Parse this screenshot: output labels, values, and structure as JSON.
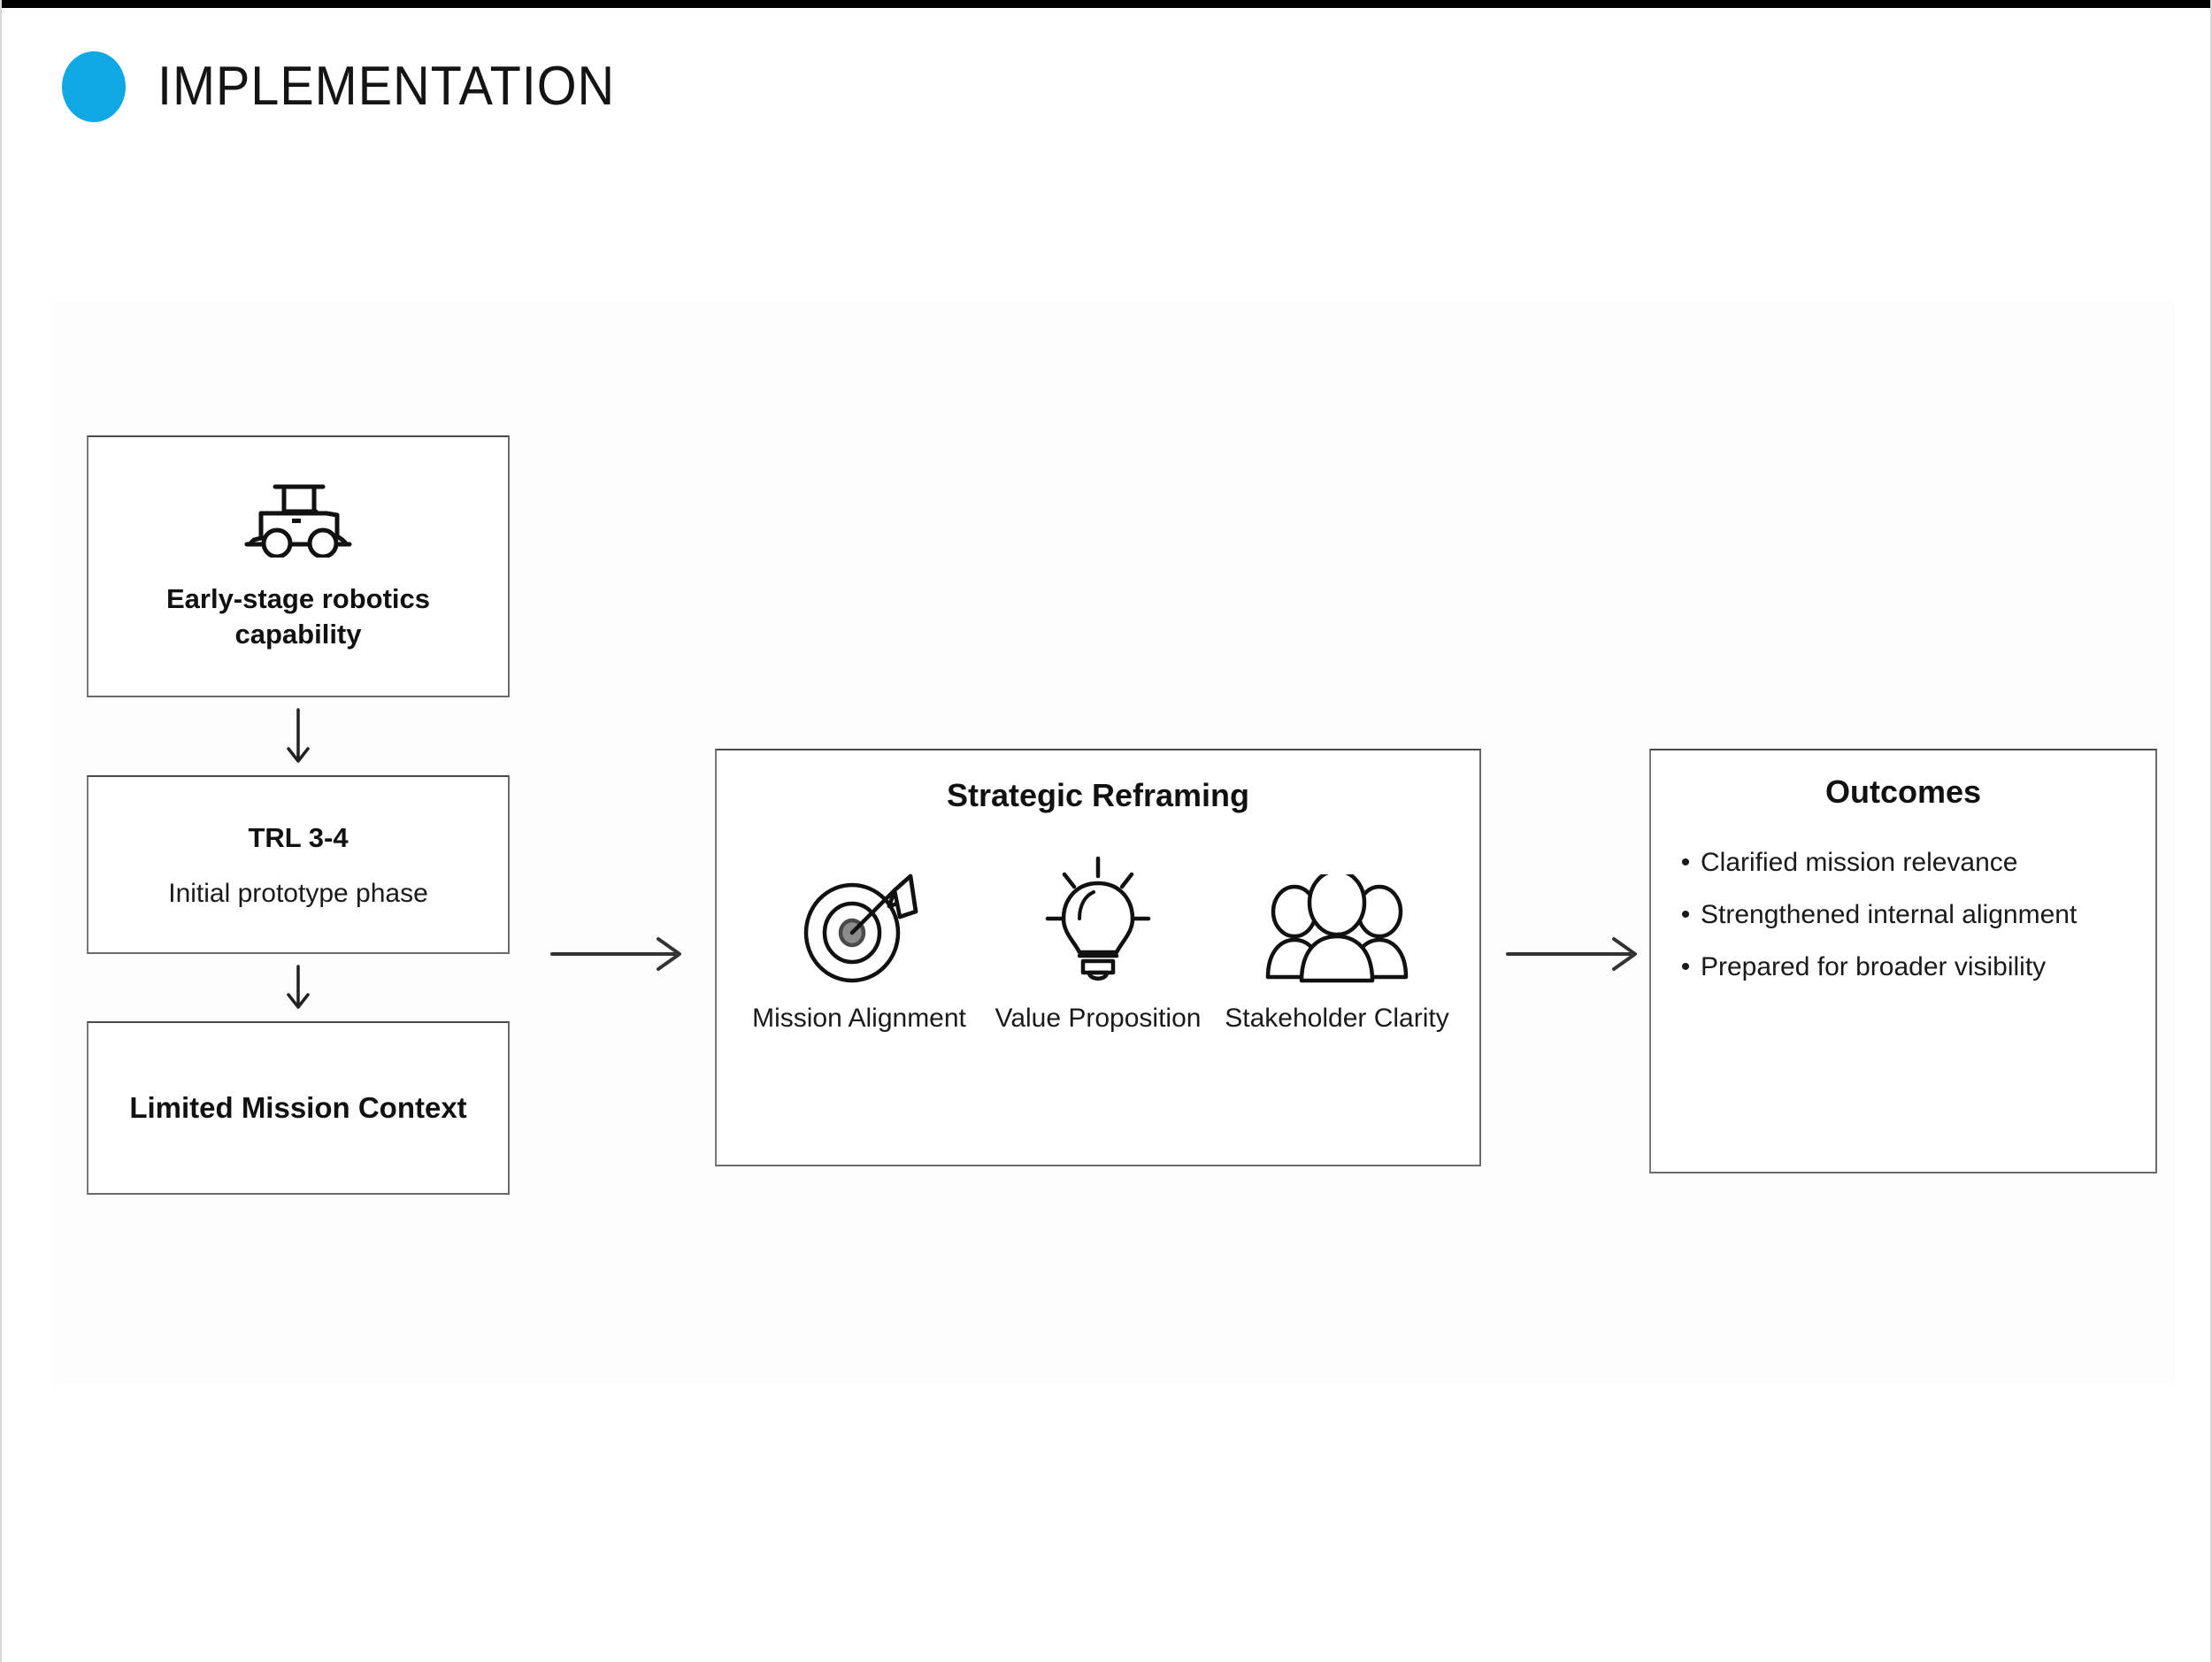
{
  "header": {
    "title": "IMPLEMENTATION",
    "accent_color": "#0FA8E5",
    "dot_icon": "filled-circle-icon"
  },
  "pipeline": {
    "left_column": [
      {
        "id": "robotics",
        "icon": "rover-icon",
        "title": "Early-stage robotics capability",
        "subtitle": ""
      },
      {
        "id": "trl",
        "title": "TRL 3-4",
        "subtitle": "Initial prototype phase"
      },
      {
        "id": "mission",
        "title": "Limited Mission Context",
        "subtitle": ""
      }
    ],
    "center": {
      "title": "Strategic Reframing",
      "items": [
        {
          "icon": "target-arrow-icon",
          "label": "Mission Alignment"
        },
        {
          "icon": "lightbulb-icon",
          "label": "Value Proposition"
        },
        {
          "icon": "people-group-icon",
          "label": "Stakeholder Clarity"
        }
      ]
    },
    "right": {
      "title": "Outcomes",
      "bullet_glyph": "•",
      "bullets": [
        "Clarified mission relevance",
        "Strengthened internal alignment",
        "Prepared for broader visibility"
      ]
    },
    "connectors": {
      "vertical_1": "down-arrow-icon",
      "vertical_2": "down-arrow-icon",
      "horizontal_1": "right-arrow-icon",
      "horizontal_2": "right-arrow-icon"
    }
  }
}
